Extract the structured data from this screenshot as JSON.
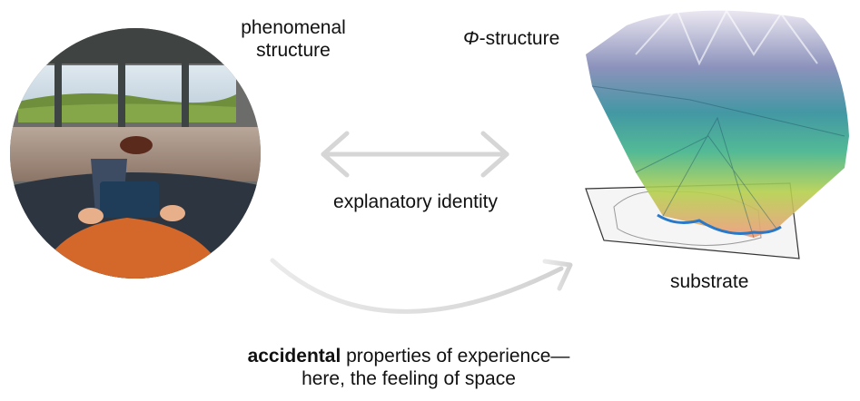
{
  "labels": {
    "phenomenal_structure": [
      "phenomenal",
      "structure"
    ],
    "phi_symbol": "Φ",
    "phi_suffix": "-structure",
    "explanatory_identity": "explanatory identity",
    "substrate": "substrate"
  },
  "caption": {
    "bold": "accidental",
    "line1_rest": " properties of experience—",
    "line2": "here, the feeling of space"
  },
  "colors": {
    "arrow": "#d6d6d6",
    "substrate_outline": "#2a78c8",
    "text": "#111111"
  }
}
